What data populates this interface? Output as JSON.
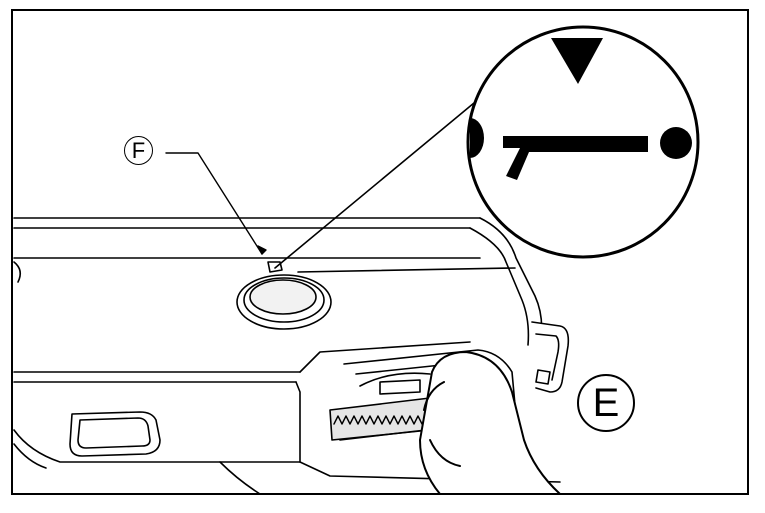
{
  "figure": {
    "callouts": [
      {
        "id": "F",
        "label": "F",
        "meaning": ""
      },
      {
        "id": "E",
        "label": "E",
        "meaning": ""
      }
    ],
    "stroke_color": "#000000",
    "fill_color": "#ffffff",
    "shade_color": "#e6e6e6"
  }
}
